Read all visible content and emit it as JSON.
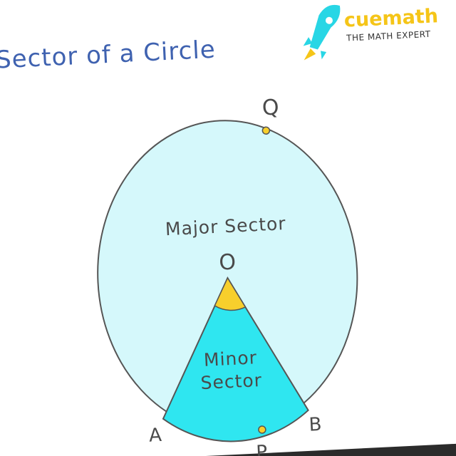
{
  "title": "Sector of a Circle",
  "logo": {
    "brand": "cuemath",
    "tagline": "THE MATH EXPERT"
  },
  "labels": {
    "center": "O",
    "point_a": "A",
    "point_b": "B",
    "point_p": "P",
    "point_q": "Q",
    "major_sector": "Major Sector",
    "minor_sector_line1": "Minor",
    "minor_sector_line2": "Sector"
  },
  "colors": {
    "circle_fill": "#d5f8fb",
    "minor_sector_fill": "#2fe6f0",
    "angle_fill": "#f7cf2c",
    "point_fill": "#f7cf2c",
    "outline": "#555555",
    "title": "#3f62b0",
    "brand": "#f5c518",
    "rocket_body": "#28d6e5"
  }
}
